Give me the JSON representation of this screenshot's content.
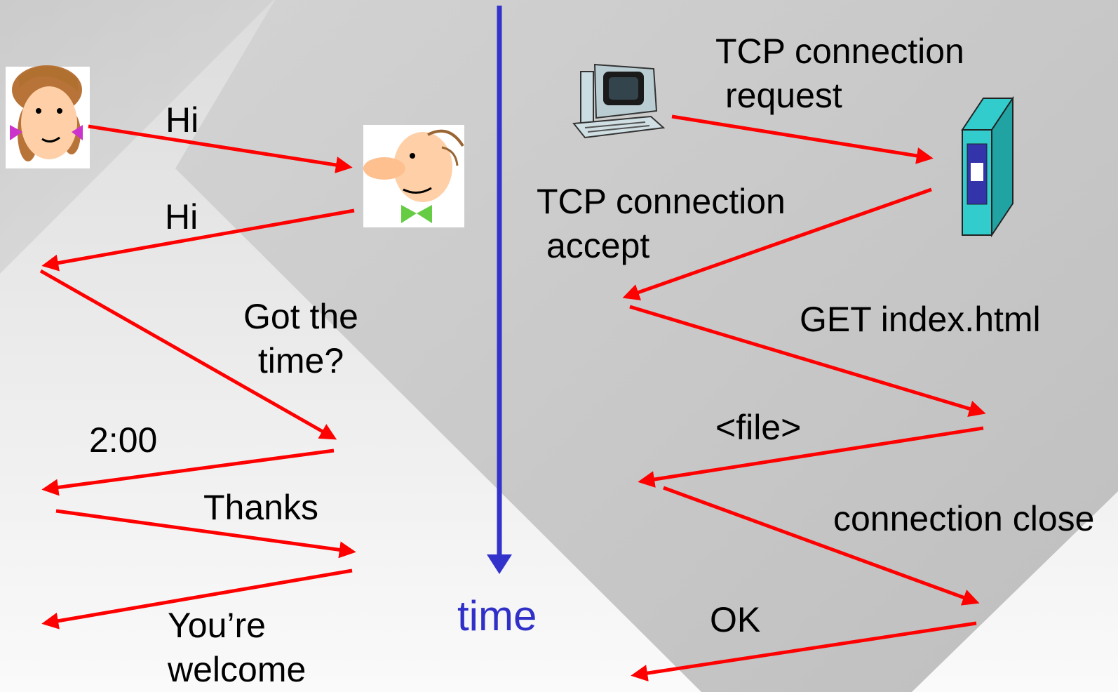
{
  "colors": {
    "message_arrow": "#ff0000",
    "time_arrow": "#3333cc",
    "background_light": "#f4f4f4",
    "background_dark": "#c4c4c4"
  },
  "human_protocol": {
    "participants": [
      "girl-icon",
      "man-icon"
    ],
    "messages": [
      {
        "label": "Hi",
        "direction": "girl-to-man"
      },
      {
        "label": "Hi",
        "direction": "man-to-girl"
      },
      {
        "label_lines": [
          "Got the",
          "time?"
        ],
        "direction": "girl-to-man"
      },
      {
        "label": "2:00",
        "direction": "man-to-girl"
      },
      {
        "label": "Thanks",
        "direction": "girl-to-man"
      },
      {
        "label_lines": [
          "You’re",
          "welcome"
        ],
        "direction": "man-to-girl"
      }
    ]
  },
  "time_axis": {
    "label": "time",
    "direction": "down"
  },
  "network_protocol": {
    "participants": [
      "computer-icon",
      "server-icon"
    ],
    "messages": [
      {
        "label_lines": [
          "TCP connection",
          "request"
        ],
        "direction": "client-to-server"
      },
      {
        "label_lines": [
          "TCP connection",
          "accept"
        ],
        "direction": "server-to-client"
      },
      {
        "label": "GET index.html",
        "direction": "client-to-server"
      },
      {
        "label": "<file>",
        "direction": "server-to-client"
      },
      {
        "label": "connection close",
        "direction": "client-to-server"
      },
      {
        "label": "OK",
        "direction": "server-to-client"
      }
    ]
  }
}
